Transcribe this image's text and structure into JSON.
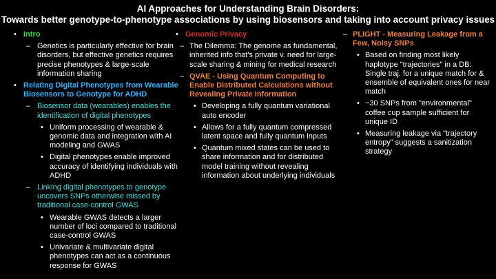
{
  "title_line1": "AI Approaches for Understanding Brain Disorders:",
  "title_line2": "Towards better genotype-to-phenotype associations by using biosensors and taking into account privacy issues",
  "col1": {
    "intro_heading": "Intro",
    "intro_text": "Genetics is particularly effective for brain disorders, but effective genetics requires precise phenotypes & large-scale information sharing",
    "wearable_heading": "Relating Digital Phenotypes from Wearable Biosensors to Genotype for ADHD",
    "biosensor_heading": "Biosensor data (wearables) enables the identification of digital phenotypes",
    "biosensor_b1": "Uniform processing of wearable & genomic data and integration with AI modeling and GWAS",
    "biosensor_b2": "Digital phenotypes enable improved accuracy of identifying individuals with ADHD",
    "linking_heading": "Linking digital phenotypes to genotype uncovers SNPs otherwise missed by traditional case-control GWAS",
    "linking_b1": "Wearable GWAS detects a larger number of loci compared to traditional case-control GWAS",
    "linking_b2": "Univariate & multivariate digital phenotypes can act as a continuous response for GWAS"
  },
  "col2": {
    "privacy_heading": "Genomic Privacy",
    "dilemma_text": "The Dilemma: The genome as fundamental, inherited info that's private v. need for large-scale sharing & mining for medical research",
    "qvae_heading": "QVAE - Using Quantum Computing to Enable Distributed Calculations without Revealing Private Information",
    "qvae_b1": "Developing a fully quantum variational auto encoder",
    "qvae_b2": "Allows for a fully quantum compressed latent space and fully quantum inputs",
    "qvae_b3": "Quantum mixed states can be used to share information and for distributed model training without revealing information about underlying individuals"
  },
  "col3": {
    "plight_heading": "PLIGHT - Measuring Leakage from a Few, Noisy SNPs",
    "plight_b1": "Based on finding most likely haplotype \"trajectories\" in a DB: Single traj. for a unique match for & ensemble of equivalent ones for near match",
    "plight_b2": "~30 SNPs from \"environmental\" coffee cup sample sufficient for unique ID",
    "plight_b3": "Measuring leakage via \"trajectory entropy\" suggests a sanitization strategy"
  },
  "marks": {
    "bullet": "•",
    "dash": "–"
  }
}
